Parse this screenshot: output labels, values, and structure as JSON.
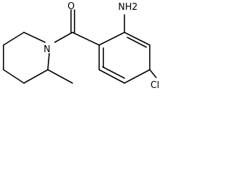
{
  "molecule": {
    "atoms": {
      "oxygen": "O",
      "amine": "NH2",
      "nitrogen": "N",
      "chlorine": "Cl"
    }
  },
  "colors": {
    "background": "#ffffff",
    "ink": "#000000"
  }
}
